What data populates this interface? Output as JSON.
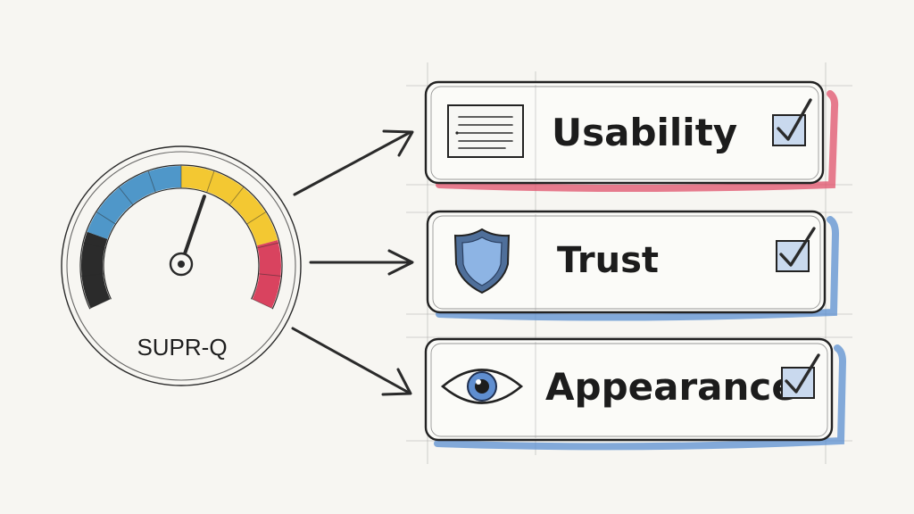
{
  "gauge": {
    "label": "SUPR-Q",
    "segment_colors": [
      "#2b2b2b",
      "#4f97c9",
      "#f3c832",
      "#d9435f"
    ],
    "needle_value": 0.58
  },
  "cards": [
    {
      "label": "Usability",
      "icon": "document-list-icon",
      "checked": true,
      "accent": "#e0526b"
    },
    {
      "label": "Trust",
      "icon": "shield-icon",
      "checked": true,
      "accent": "#5b8fd0"
    },
    {
      "label": "Appearance",
      "icon": "eye-icon",
      "checked": true,
      "accent": "#5b8fd0"
    }
  ]
}
